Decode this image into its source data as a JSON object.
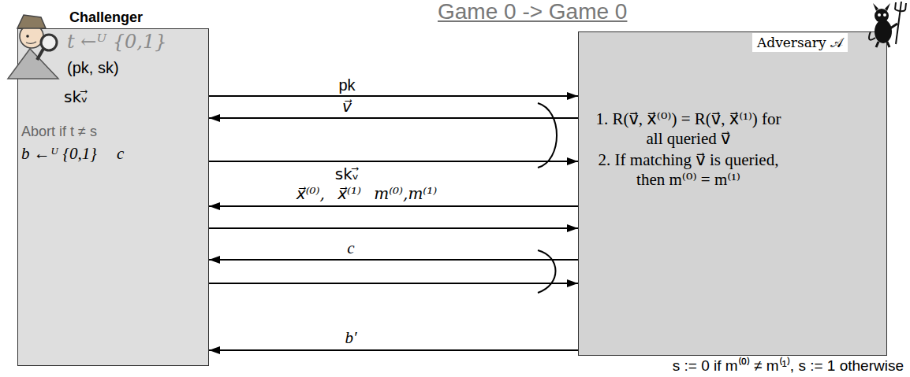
{
  "diagram": {
    "title": "Game 0 -> Game 0",
    "nodes": [
      {
        "text": [
          "Challenger",
          "t ←ᵁ {0,1}",
          "(pk, sk)",
          "skᵥ⃗",
          "Abort if t ≠ s",
          "b ←ᵁ {0,1}",
          "c"
        ]
      },
      {
        "text": [
          "Adversary 𝒜",
          "1. R(v⃗, x⃗⁽⁰⁾) = R(v⃗, x⃗⁽¹⁾) for all queried v⃗",
          "2. If matching v⃗ is queried, then m⁽⁰⁾ = m⁽¹⁾"
        ]
      }
    ],
    "edges": [
      {
        "from": 0,
        "to": 1,
        "label": "pk",
        "arrow": "to"
      },
      {
        "from": 1,
        "to": 0,
        "label": "v⃗",
        "arrow": "to"
      },
      {
        "from": 0,
        "to": 1,
        "label": "skᵥ⃗",
        "arrow": "to"
      },
      {
        "from": 1,
        "to": 0,
        "label": "x⃗⁽⁰⁾, x⃗⁽¹⁾ m⁽⁰⁾,m⁽¹⁾",
        "arrow": "to"
      },
      {
        "from": 0,
        "to": 1,
        "arrow": "to"
      },
      {
        "from": 1,
        "to": 0,
        "label": "c",
        "arrow": "to"
      },
      {
        "from": 0,
        "to": 1,
        "arrow": "to"
      },
      {
        "from": 1,
        "to": 0,
        "label": "b′",
        "arrow": "to"
      }
    ],
    "labels": [
      "s := 0 if m⁽⁰⁾ ≠ m⁽¹⁾, s := 1 otherwise"
    ]
  }
}
